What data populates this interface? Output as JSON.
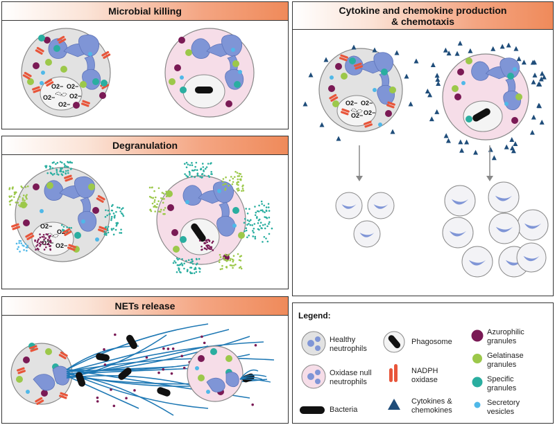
{
  "panels": {
    "microbial": {
      "title": "Microbial killing"
    },
    "degranulation": {
      "title": "Degranulation"
    },
    "nets": {
      "title": "NETs release"
    },
    "cytokine": {
      "title_line1": "Cytokine and chemokine production",
      "title_line2": "& chemotaxis"
    }
  },
  "labels": {
    "superoxide": "O2−"
  },
  "legend": {
    "title": "Legend:",
    "healthy": {
      "line1": "Healthy",
      "line2": "neutrophils"
    },
    "oxidase_null": {
      "line1": "Oxidase null",
      "line2": "neutrophils"
    },
    "bacteria": "Bacteria",
    "phagosome": "Phagosome",
    "nadph": {
      "line1": "NADPH",
      "line2": "oxidase"
    },
    "cytokines": {
      "line1": "Cytokines &",
      "line2": "chemokines"
    },
    "azurophilic": {
      "line1": "Azurophilic",
      "line2": "granules"
    },
    "gelatinase": {
      "line1": "Gelatinase",
      "line2": "granules"
    },
    "specific": {
      "line1": "Specific",
      "line2": "granules"
    },
    "secretory": {
      "line1": "Secretory",
      "line2": "vesicles"
    }
  },
  "colors": {
    "healthy_cell": "#e2e2e2",
    "null_cell": "#f6dde8",
    "nucleus": "#7f95d6",
    "azurophilic": "#7a1a55",
    "gelatinase": "#9cc84a",
    "specific": "#2aaea0",
    "secretory": "#4fb8e8",
    "nadph": "#e8553a",
    "cytokine": "#1f4d7a",
    "net_fiber": "#1e78b4",
    "bacteria": "#111111",
    "panel_title_gradient_end": "#ef8a5a"
  }
}
